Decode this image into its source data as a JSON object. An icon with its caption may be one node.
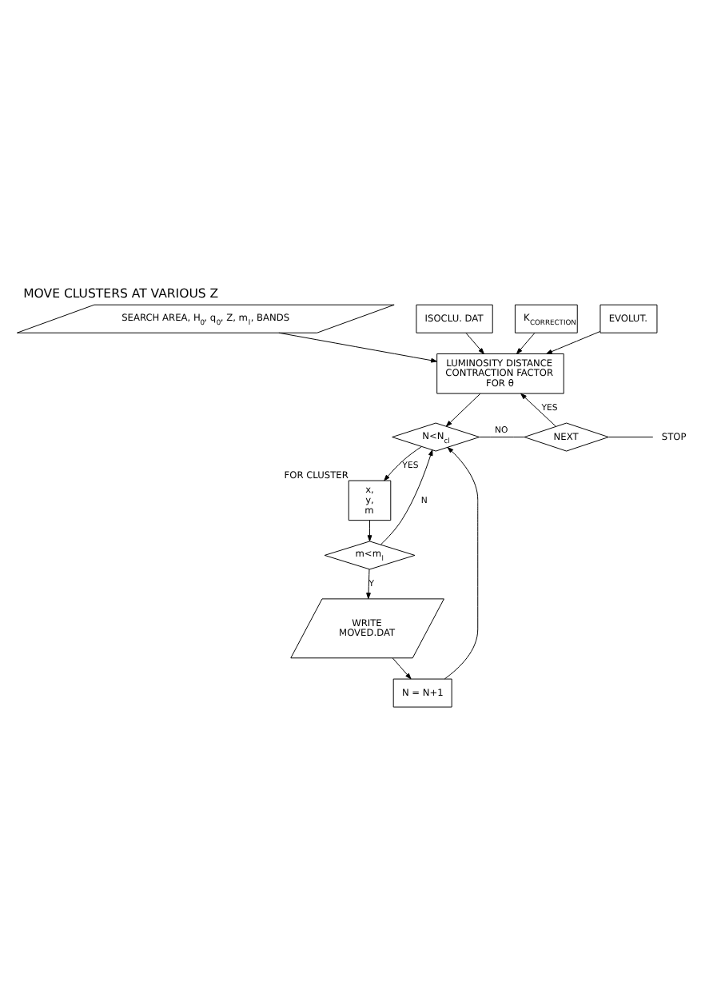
{
  "diagram": {
    "title": "MOVE CLUSTERS AT VARIOUS Z",
    "nodes": [
      {
        "text": [
          "SEARCH AREA, H$_{0}$, q$_{0}$, Z, m$_{l}$, BANDS"
        ]
      },
      {
        "text": [
          "ISOCLU. DAT"
        ]
      },
      {
        "text": [
          "K$_{CORRECTION}$"
        ]
      },
      {
        "text": [
          "EVOLUT."
        ]
      },
      {
        "text": [
          "LUMINOSITY DISTANCE CONTRACTION FACTOR FOR θ"
        ]
      },
      {
        "text": [
          "N<N$_{cl}$"
        ]
      },
      {
        "text": [
          "NEXT"
        ]
      },
      {
        "text": [
          "STOP"
        ]
      },
      {
        "text": [
          "x, y, m"
        ],
        "beside": [
          "FOR CLUSTER"
        ]
      },
      {
        "text": [
          "m<m$_{l}$"
        ]
      },
      {
        "text": [
          "WRITE MOVED.DAT"
        ]
      },
      {
        "text": [
          "N = N+1"
        ]
      }
    ],
    "edges": [
      {
        "from": 0,
        "to": 4,
        "arrow": "to"
      },
      {
        "from": 1,
        "to": 4,
        "arrow": "to"
      },
      {
        "from": 2,
        "to": 4,
        "arrow": "to"
      },
      {
        "from": 3,
        "to": 4,
        "arrow": "to"
      },
      {
        "from": 4,
        "to": 5,
        "arrow": "to"
      },
      {
        "from": 5,
        "to": 6,
        "label": "NO",
        "arrow": "none"
      },
      {
        "from": 6,
        "to": 4,
        "label": "YES",
        "arrow": "to"
      },
      {
        "from": 6,
        "to": 7,
        "arrow": "none"
      },
      {
        "from": 5,
        "to": 8,
        "label": "YES",
        "arrow": "to"
      },
      {
        "from": 8,
        "to": 9,
        "arrow": "to"
      },
      {
        "from": 9,
        "to": 5,
        "label": "N",
        "arrow": "to"
      },
      {
        "from": 9,
        "to": 10,
        "label": "Y",
        "arrow": "to"
      },
      {
        "from": 10,
        "to": 11,
        "arrow": "to"
      },
      {
        "from": 11,
        "to": 5,
        "arrow": "to"
      }
    ]
  }
}
